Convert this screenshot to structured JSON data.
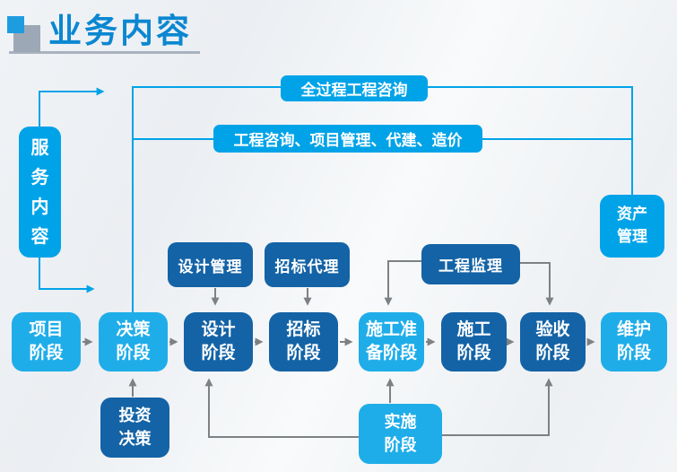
{
  "header": {
    "title": "业务内容"
  },
  "banners": {
    "full_process": "全过程工程咨询",
    "services_line": "工程咨询、项目管理、代建、造价"
  },
  "side": {
    "service_content": "服\n务\n内\n容",
    "asset_management": "资产\n管理"
  },
  "specialty_boxes": [
    {
      "label": "设计管理"
    },
    {
      "label": "招标代理"
    },
    {
      "label": "工程监理"
    }
  ],
  "flow_boxes": [
    {
      "label": "项目\n阶段",
      "tone": "light"
    },
    {
      "label": "决策\n阶段",
      "tone": "light"
    },
    {
      "label": "设计\n阶段",
      "tone": "dark"
    },
    {
      "label": "招标\n阶段",
      "tone": "dark"
    },
    {
      "label": "施工准\n备阶段",
      "tone": "light"
    },
    {
      "label": "施工\n阶段",
      "tone": "dark"
    },
    {
      "label": "验收\n阶段",
      "tone": "dark"
    },
    {
      "label": "维护\n阶段",
      "tone": "light"
    }
  ],
  "sub_boxes": [
    {
      "label": "投资\n决策",
      "tone": "dark"
    },
    {
      "label": "实施\n阶段",
      "tone": "light"
    }
  ],
  "colors": {
    "accent_cyan": "#00A3E8",
    "light_box": "#1FADE9",
    "dark_box": "#1463A6",
    "arrow_gray": "#7E8184",
    "title_blue": "#0B87D1",
    "underline_gray": "#A8B2BE"
  }
}
